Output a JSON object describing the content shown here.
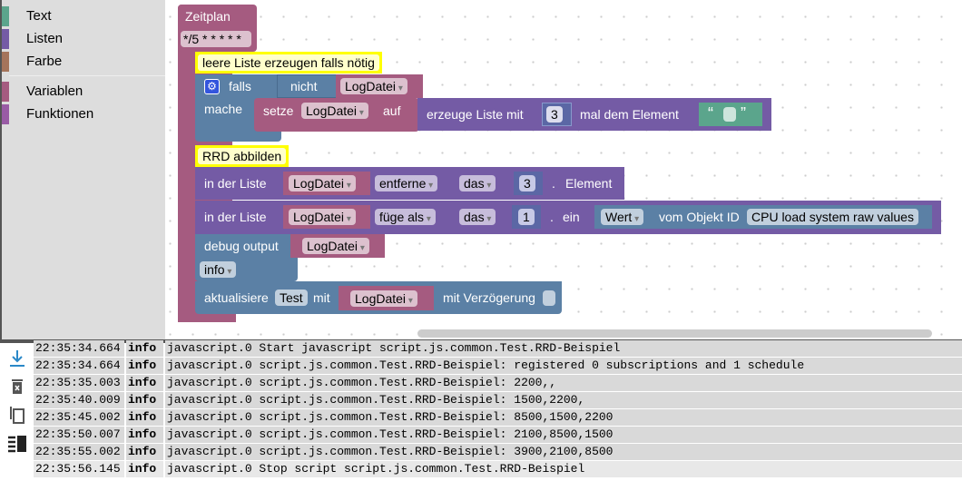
{
  "sidebar": {
    "items": [
      {
        "label": "Text",
        "color": "#5ba58c"
      },
      {
        "label": "Listen",
        "color": "#745ba5"
      },
      {
        "label": "Farbe",
        "color": "#a5745b"
      },
      {
        "label": "Variablen",
        "color": "#a55b80"
      },
      {
        "label": "Funktionen",
        "color": "#995ba5"
      }
    ]
  },
  "blocks": {
    "schedule": {
      "title": "Zeitplan",
      "cron": "*/5 * * * * *"
    },
    "comment1": "leere Liste erzeugen falls nötig",
    "if": {
      "falls": "falls",
      "mache": "mache",
      "nicht": "nicht",
      "var": "LogDatei"
    },
    "set": {
      "setze": "setze",
      "var": "LogDatei",
      "auf": "auf",
      "create": "erzeuge Liste mit",
      "count": "3",
      "mal": "mal dem Element",
      "quote_open": "“",
      "quote_close": "”"
    },
    "comment2": "RRD abbilden",
    "remove": {
      "label": "in der Liste",
      "var": "LogDatei",
      "op": "entferne",
      "das": "das",
      "idx": "3",
      "dot": ".",
      "tail": "Element"
    },
    "insert": {
      "label": "in der Liste",
      "var": "LogDatei",
      "op": "füge als",
      "das": "das",
      "idx": "1",
      "dot": ".",
      "ein": "ein",
      "prop": "Wert",
      "vom": "vom Objekt ID",
      "oid": "CPU load system raw values"
    },
    "debug": {
      "label": "debug output",
      "var": "LogDatei",
      "level": "info"
    },
    "update": {
      "label": "aktualisiere",
      "target": "Test",
      "mit": "mit",
      "var": "LogDatei",
      "delay": "mit Verzögerung"
    }
  },
  "log": [
    {
      "time": "22:35:34.664",
      "level": "info",
      "msg": "javascript.0 Start javascript script.js.common.Test.RRD-Beispiel"
    },
    {
      "time": "22:35:34.664",
      "level": "info",
      "msg": "javascript.0 script.js.common.Test.RRD-Beispiel: registered 0 subscriptions and 1 schedule"
    },
    {
      "time": "22:35:35.003",
      "level": "info",
      "msg": "javascript.0 script.js.common.Test.RRD-Beispiel: 2200,,"
    },
    {
      "time": "22:35:40.009",
      "level": "info",
      "msg": "javascript.0 script.js.common.Test.RRD-Beispiel: 1500,2200,"
    },
    {
      "time": "22:35:45.002",
      "level": "info",
      "msg": "javascript.0 script.js.common.Test.RRD-Beispiel: 8500,1500,2200"
    },
    {
      "time": "22:35:50.007",
      "level": "info",
      "msg": "javascript.0 script.js.common.Test.RRD-Beispiel: 2100,8500,1500"
    },
    {
      "time": "22:35:55.002",
      "level": "info",
      "msg": "javascript.0 script.js.common.Test.RRD-Beispiel: 3900,2100,8500"
    },
    {
      "time": "22:35:56.145",
      "level": "info",
      "msg": "javascript.0 Stop script script.js.common.Test.RRD-Beispiel"
    }
  ]
}
